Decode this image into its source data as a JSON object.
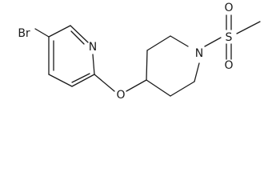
{
  "molecule": {
    "atoms": {
      "bromine": "Br",
      "pyridine_nitrogen": "N",
      "ether_oxygen": "O",
      "piperidine_nitrogen": "N",
      "sulfur": "S",
      "sulfonyl_oxygen_top": "O",
      "sulfonyl_oxygen_bottom": "O"
    }
  }
}
